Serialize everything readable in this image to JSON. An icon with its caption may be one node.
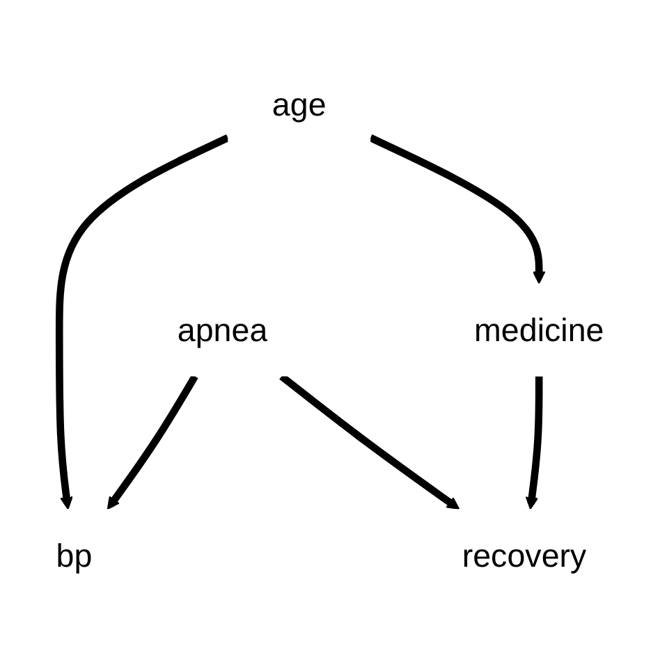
{
  "diagram": {
    "nodes": [
      {
        "text": [
          "age"
        ]
      },
      {
        "text": [
          "apnea"
        ]
      },
      {
        "text": [
          "bp"
        ]
      },
      {
        "text": [
          "medicine"
        ]
      },
      {
        "text": [
          "recovery"
        ]
      }
    ],
    "edges": [
      {
        "from": 0,
        "to": 2,
        "arrow": "to"
      },
      {
        "from": 1,
        "to": 2,
        "arrow": "to"
      },
      {
        "from": 0,
        "to": 3,
        "arrow": "to"
      },
      {
        "from": 1,
        "to": 4,
        "arrow": "to"
      },
      {
        "from": 3,
        "to": 4,
        "arrow": "to"
      }
    ]
  }
}
